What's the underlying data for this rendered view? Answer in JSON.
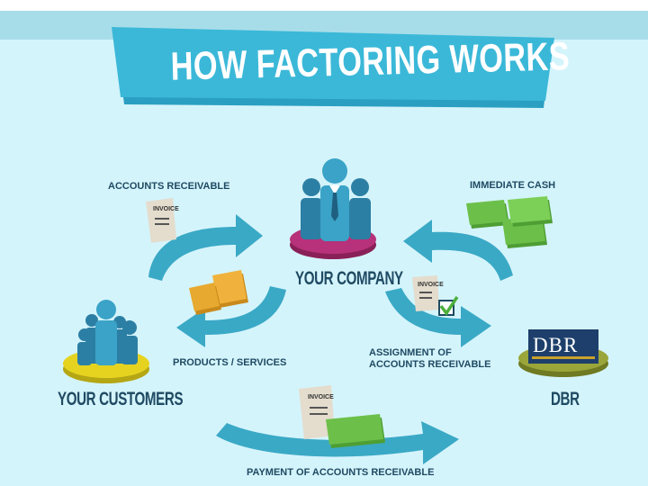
{
  "title": "HOW FACTORING WORKS",
  "nodes": {
    "company": "YOUR COMPANY",
    "customers": "YOUR CUSTOMERS",
    "dbr": "DBR",
    "dbr_logo": "DBR"
  },
  "flows": {
    "accounts_receivable": "ACCOUNTS RECEIVABLE",
    "immediate_cash": "IMMEDIATE CASH",
    "products_services": "PRODUCTS / SERVICES",
    "assignment_line1": "ASSIGNMENT OF",
    "assignment_line2": "ACCOUNTS RECEIVABLE",
    "payment": "PAYMENT OF ACCOUNTS RECEIVABLE"
  },
  "invoice_label": "INVOICE",
  "colors": {
    "background": "#d4f4fb",
    "banner": "#3bb8d8",
    "arrow": "#3aa9c6",
    "text": "#1f4a63",
    "company_base": "#b7327a",
    "customers_base": "#e5d320",
    "dbr_base": "#9aa53a",
    "cash": "#6cc04a",
    "boxes": "#e8a930"
  },
  "icons": [
    "people-group-icon",
    "invoice-icon",
    "cash-stack-icon",
    "boxes-icon",
    "checkmark-icon",
    "arrow-icon"
  ]
}
